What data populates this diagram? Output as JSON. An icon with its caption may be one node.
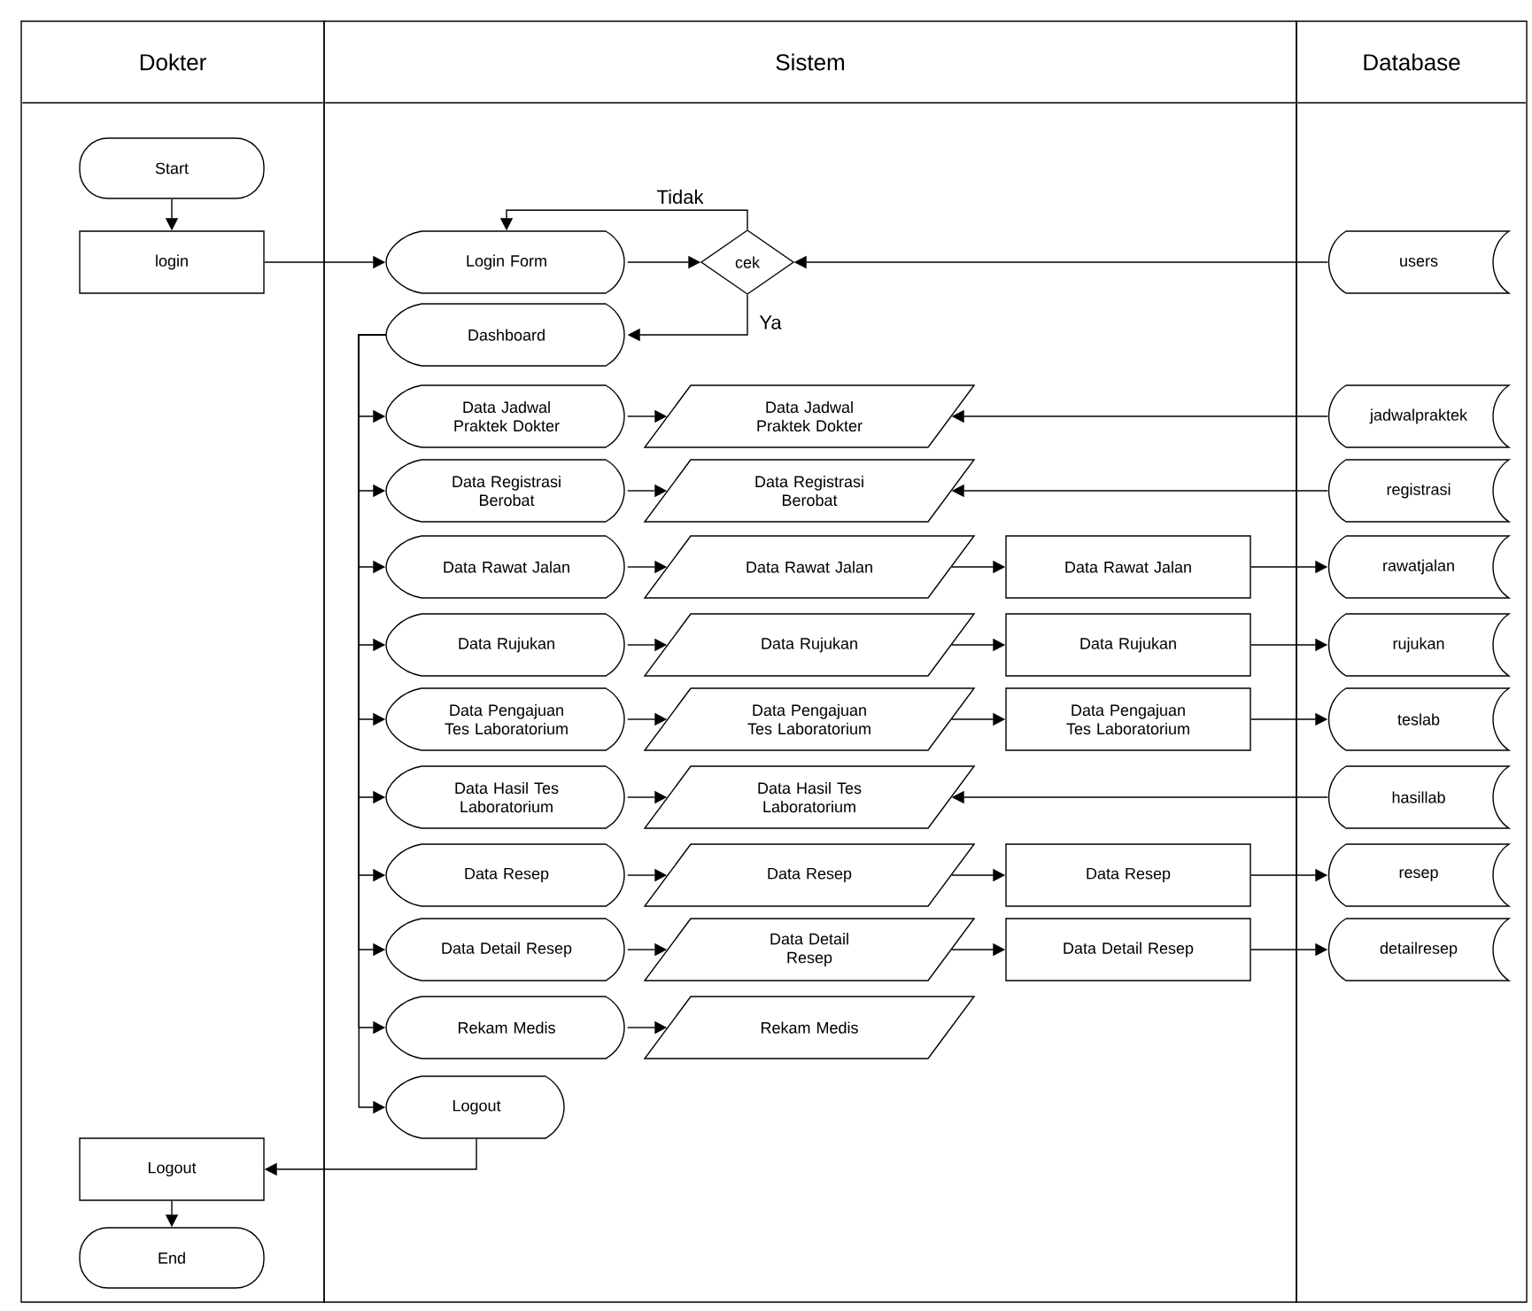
{
  "diagram": {
    "nodes": [
      {
        "text": [
          "Dokter"
        ]
      },
      {
        "text": [
          "Sistem"
        ]
      },
      {
        "text": [
          "Database"
        ]
      },
      {
        "text": [
          "Start"
        ],
        "in": 0
      },
      {
        "text": [
          "login"
        ],
        "in": 0
      },
      {
        "text": [
          "Login Form"
        ],
        "in": 1
      },
      {
        "text": [
          "cek"
        ],
        "in": 1
      },
      {
        "text": [
          "users"
        ],
        "in": 2
      },
      {
        "text": [
          "Dashboard"
        ],
        "in": 1
      },
      {
        "text": [
          "Data Jadwal Praktek Dokter"
        ],
        "in": 1
      },
      {
        "text": [
          "Data Jadwal Praktek Dokter"
        ],
        "in": 1
      },
      {
        "text": [
          "jadwalpraktek"
        ],
        "in": 2
      },
      {
        "text": [
          "Data Registrasi Berobat"
        ],
        "in": 1
      },
      {
        "text": [
          "Data Registrasi Berobat"
        ],
        "in": 1
      },
      {
        "text": [
          "registrasi"
        ],
        "in": 2
      },
      {
        "text": [
          "Data Rawat Jalan"
        ],
        "in": 1
      },
      {
        "text": [
          "Data Rawat Jalan"
        ],
        "in": 1
      },
      {
        "text": [
          "Data Rawat Jalan"
        ],
        "in": 1
      },
      {
        "text": [
          "rawatjalan"
        ],
        "in": 2
      },
      {
        "text": [
          "Data Rujukan"
        ],
        "in": 1
      },
      {
        "text": [
          "Data Rujukan"
        ],
        "in": 1
      },
      {
        "text": [
          "Data Rujukan"
        ],
        "in": 1
      },
      {
        "text": [
          "rujukan"
        ],
        "in": 2
      },
      {
        "text": [
          "Data Pengajuan Tes Laboratorium"
        ],
        "in": 1
      },
      {
        "text": [
          "Data Pengajuan Tes Laboratorium"
        ],
        "in": 1
      },
      {
        "text": [
          "Data Pengajuan Tes Laboratorium"
        ],
        "in": 1
      },
      {
        "text": [
          "teslab"
        ],
        "in": 2
      },
      {
        "text": [
          "Data Hasil Tes Laboratorium"
        ],
        "in": 1
      },
      {
        "text": [
          "Data Hasil Tes Laboratorium"
        ],
        "in": 1
      },
      {
        "text": [
          "hasillab"
        ],
        "in": 2
      },
      {
        "text": [
          "Data Resep"
        ],
        "in": 1
      },
      {
        "text": [
          "Data Resep"
        ],
        "in": 1
      },
      {
        "text": [
          "Data Resep"
        ],
        "in": 1
      },
      {
        "text": [
          "resep"
        ],
        "in": 2
      },
      {
        "text": [
          "Data Detail Resep"
        ],
        "in": 1
      },
      {
        "text": [
          "Data Detail Resep"
        ],
        "in": 1
      },
      {
        "text": [
          "Data Detail Resep"
        ],
        "in": 1
      },
      {
        "text": [
          "detailresep"
        ],
        "in": 2
      },
      {
        "text": [
          "Rekam Medis"
        ],
        "in": 1
      },
      {
        "text": [
          "Rekam Medis"
        ],
        "in": 1
      },
      {
        "text": [
          "Logout"
        ],
        "in": 1
      },
      {
        "text": [
          "Logout"
        ],
        "in": 0
      },
      {
        "text": [
          "End"
        ],
        "in": 0
      }
    ],
    "edges": [
      {
        "from": 3,
        "to": 4,
        "arrow": "to"
      },
      {
        "from": 4,
        "to": 5,
        "arrow": "to"
      },
      {
        "from": 5,
        "to": 6,
        "arrow": "to"
      },
      {
        "from": 7,
        "to": 6,
        "arrow": "to"
      },
      {
        "from": 6,
        "to": 5,
        "arrow": "to",
        "label": "Tidak"
      },
      {
        "from": 6,
        "to": 8,
        "arrow": "to",
        "label": "Ya"
      },
      {
        "from": 8,
        "to": 9,
        "arrow": "to"
      },
      {
        "from": 8,
        "to": 12,
        "arrow": "to"
      },
      {
        "from": 8,
        "to": 15,
        "arrow": "to"
      },
      {
        "from": 8,
        "to": 19,
        "arrow": "to"
      },
      {
        "from": 8,
        "to": 23,
        "arrow": "to"
      },
      {
        "from": 8,
        "to": 27,
        "arrow": "to"
      },
      {
        "from": 8,
        "to": 30,
        "arrow": "to"
      },
      {
        "from": 8,
        "to": 34,
        "arrow": "to"
      },
      {
        "from": 8,
        "to": 38,
        "arrow": "to"
      },
      {
        "from": 8,
        "to": 40,
        "arrow": "to"
      },
      {
        "from": 9,
        "to": 10,
        "arrow": "to"
      },
      {
        "from": 11,
        "to": 10,
        "arrow": "to"
      },
      {
        "from": 12,
        "to": 13,
        "arrow": "to"
      },
      {
        "from": 14,
        "to": 13,
        "arrow": "to"
      },
      {
        "from": 15,
        "to": 16,
        "arrow": "to"
      },
      {
        "from": 16,
        "to": 17,
        "arrow": "to"
      },
      {
        "from": 17,
        "to": 18,
        "arrow": "to"
      },
      {
        "from": 19,
        "to": 20,
        "arrow": "to"
      },
      {
        "from": 20,
        "to": 21,
        "arrow": "to"
      },
      {
        "from": 21,
        "to": 22,
        "arrow": "to"
      },
      {
        "from": 23,
        "to": 24,
        "arrow": "to"
      },
      {
        "from": 24,
        "to": 25,
        "arrow": "to"
      },
      {
        "from": 25,
        "to": 26,
        "arrow": "to"
      },
      {
        "from": 27,
        "to": 28,
        "arrow": "to"
      },
      {
        "from": 29,
        "to": 28,
        "arrow": "to"
      },
      {
        "from": 30,
        "to": 31,
        "arrow": "to"
      },
      {
        "from": 31,
        "to": 32,
        "arrow": "to"
      },
      {
        "from": 32,
        "to": 33,
        "arrow": "to"
      },
      {
        "from": 34,
        "to": 35,
        "arrow": "to"
      },
      {
        "from": 35,
        "to": 36,
        "arrow": "to"
      },
      {
        "from": 36,
        "to": 37,
        "arrow": "to"
      },
      {
        "from": 38,
        "to": 39,
        "arrow": "to"
      },
      {
        "from": 40,
        "to": 41,
        "arrow": "to"
      },
      {
        "from": 41,
        "to": 42,
        "arrow": "to"
      }
    ]
  }
}
